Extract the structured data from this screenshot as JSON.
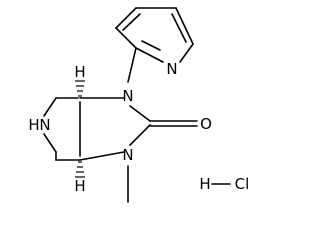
{
  "molecule": {
    "atoms": {
      "nh": "N",
      "nh_h": "H",
      "n_aryl": "N",
      "n_methyl": "N",
      "o_carbonyl": "O",
      "n_pyridine": "N",
      "h_stereo_top": "H",
      "h_stereo_bottom": "H"
    },
    "salt": {
      "h": "H",
      "cl": "Cl"
    }
  }
}
